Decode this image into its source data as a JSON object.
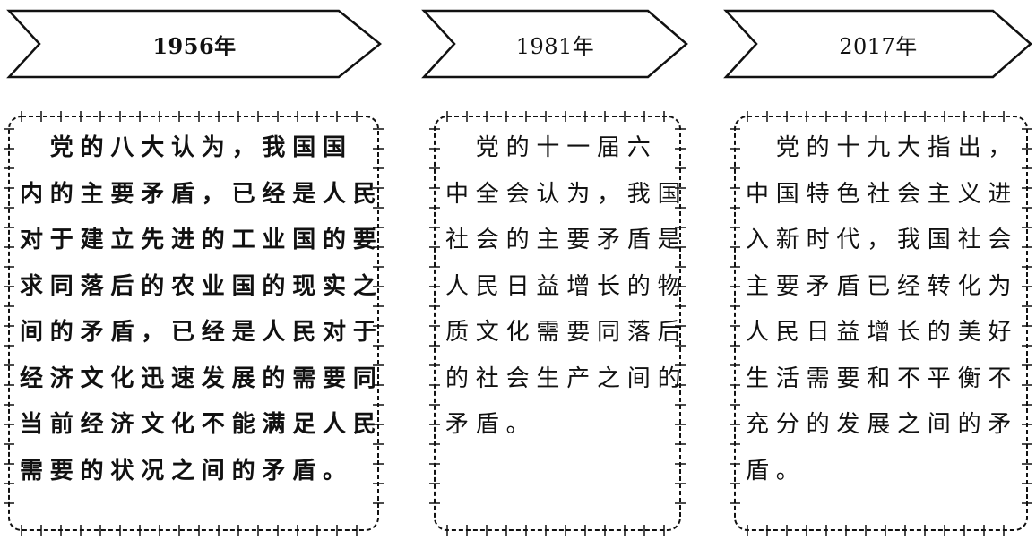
{
  "timeline": [
    {
      "year": "1956年",
      "lines": [
        "　党的八大认为，我国国",
        "内的主要矛盾，已经是人民",
        "对于建立先进的工业国的要",
        "求同落后的农业国的现实之",
        "间的矛盾，已经是人民对于",
        "经济文化迅速发展的需要同",
        "当前经济文化不能满足人民",
        "需要的状况之间的矛盾。"
      ]
    },
    {
      "year": "1981年",
      "lines": [
        "　党的十一届六",
        "中全会认为，我国",
        "社会的主要矛盾是",
        "人民日益增长的物",
        "质文化需要同落后",
        "的社会生产之间的",
        "矛盾。"
      ]
    },
    {
      "year": "2017年",
      "lines": [
        "　党的十九大指出，",
        "中国特色社会主义进",
        "入新时代，我国社会",
        "主要矛盾已经转化为",
        "人民日益增长的美好",
        "生活需要和不平衡不",
        "充分的发展之间的矛",
        "盾。"
      ]
    }
  ]
}
